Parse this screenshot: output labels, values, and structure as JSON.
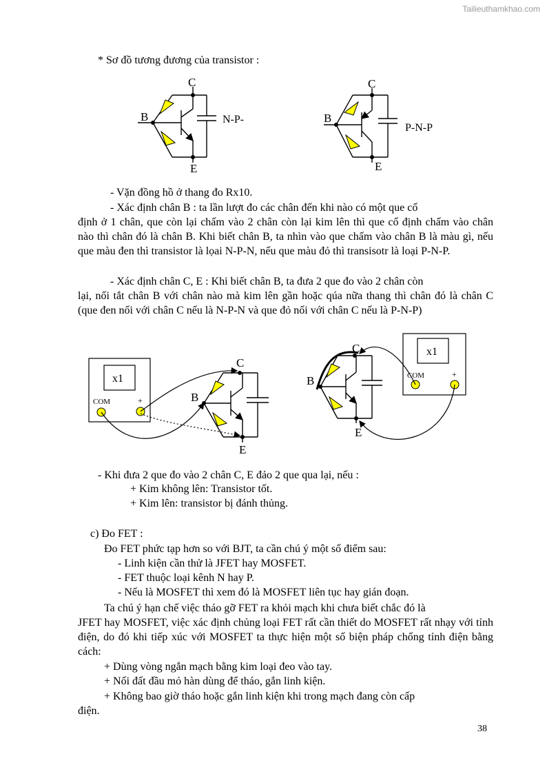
{
  "watermark": "Tailieuthamkhao.com",
  "heading_equiv": "* Sơ đồ tương đương của transistor :",
  "fig1": {
    "npn": {
      "c": "C",
      "b": "B",
      "e": "E",
      "type": "N-P-"
    },
    "pnp": {
      "c": "C",
      "b": "B",
      "e": "E",
      "type": "P-N-P"
    }
  },
  "para1": "- Vặn đồng hồ ở thang đo Rx10.",
  "para2_first": "- Xác định chân B : ta lần lượt đo các chân đến khi nào có một que cố",
  "para2_rest": "định ở 1 chân, que còn lại chấm vào 2 chân còn lại kim lên thì que cố định chấm vào chân nào thì chân đó là chân B. Khi biết chân B, ta nhìn vào que chấm vào chân B là màu gì, nếu que màu đen thì transistor là lọai N-P-N, nếu que màu đỏ thì transisotr là loại P-N-P.",
  "para3_first": "- Xác định chân C, E : Khi biết chân B, ta đưa 2 que đo vào 2 chân còn",
  "para3_rest": "lại, nối tắt chân B với chân nào mà kim lên gần hoặc qúa nữa thang thì chân đó là chân C (que đen nối với chân C nếu là N-P-N và que đỏ nối với chân C nếu là P-N-P)",
  "fig2": {
    "left": {
      "meter": "x1",
      "com": "COM",
      "plus": "+",
      "c": "C",
      "b": "B",
      "e": "E"
    },
    "right": {
      "meter": "x1",
      "com": "COM",
      "plus": "+",
      "c": "C",
      "b": "B",
      "e": "E"
    }
  },
  "swap_intro": "- Khi đưa 2 que đo vào 2 chân C, E đảo 2 que qua lại, nếu :",
  "swap_ok": "+ Kim không lên: Transistor tốt.",
  "swap_bad": "+ Kim lên: transistor bị đánh thủng.",
  "fet_heading": "c) Đo FET :",
  "fet_intro": "Đo FET phức tạp hơn so với BJT, ta cần chú ý một số điểm sau:",
  "fet_b1": "- Linh kiện cần thử là JFET hay MOSFET.",
  "fet_b2": "- FET thuộc loại kênh N hay P.",
  "fet_b3": "- Nếu là MOSFET thì xem đó là MOSFET liên tục hay gián đoạn.",
  "fet_para_first": "Ta chú ý hạn chế việc tháo gỡ FET ra khỏi mạch khi chưa biết chắc đó là",
  "fet_para_rest": "JFET hay MOSFET, việc xác định chủng loại FET rất cần thiết do MOSFET rất nhạy với tỉnh điện, do đó khi tiếp xúc với MOSFET ta thực hiện một số biện pháp chống tỉnh điện bằng cách:",
  "fet_m1": "+ Dùng vòng ngắn mạch bằng kim loại đeo vào tay.",
  "fet_m2": "+ Nối đất đầu mỏ hàn dùng để tháo, gắn linh kiện.",
  "fet_m3_first": "+ Không bao giờ tháo hoặc gắn linh kiện khi trong mạch đang còn cấp",
  "fet_m3_rest": "điện.",
  "page_number": "38"
}
